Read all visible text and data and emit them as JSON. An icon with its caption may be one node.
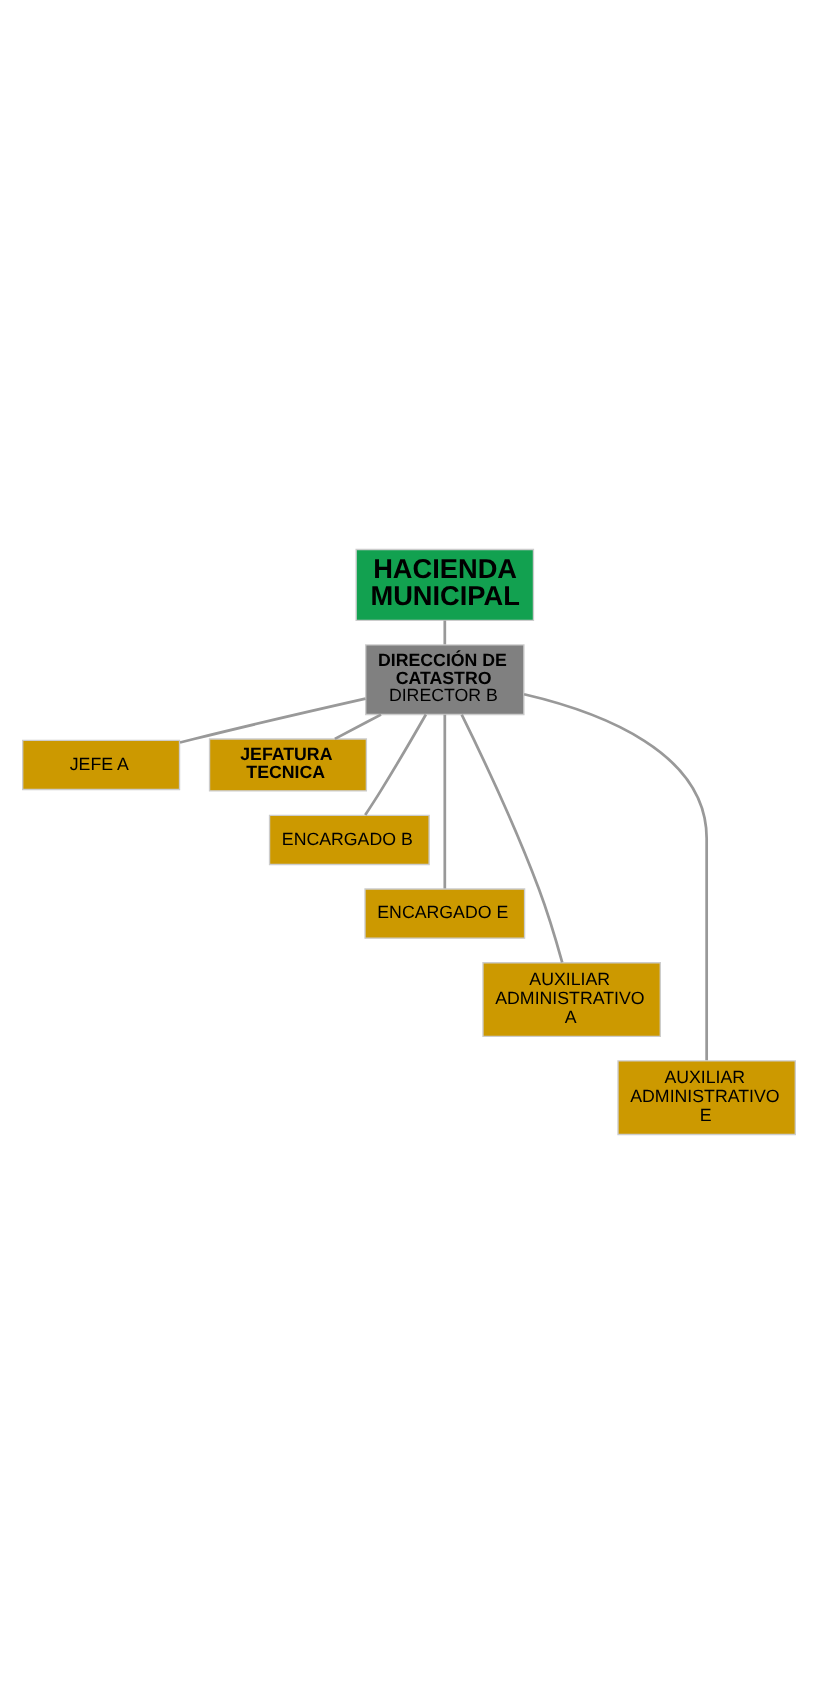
{
  "diagram": {
    "nodes": [
      {
        "text": [
          "HACIENDA MUNICIPAL"
        ]
      },
      {
        "text": [
          "DIRECCIÓN DE CATASTRO",
          "DIRECTOR B"
        ]
      },
      {
        "text": [
          "JEFE A"
        ]
      },
      {
        "text": [
          "JEFATURA TECNICA"
        ]
      },
      {
        "text": [
          "ENCARGADO B"
        ]
      },
      {
        "text": [
          "ENCARGADO E"
        ]
      },
      {
        "text": [
          "AUXILIAR ADMINISTRATIVO A"
        ]
      },
      {
        "text": [
          "AUXILIAR ADMINISTRATIVO E"
        ]
      }
    ],
    "edges": [
      {
        "from": 0,
        "to": 1,
        "arrow": "none"
      },
      {
        "from": 1,
        "to": 2,
        "arrow": "none"
      },
      {
        "from": 1,
        "to": 3,
        "arrow": "none"
      },
      {
        "from": 1,
        "to": 4,
        "arrow": "none"
      },
      {
        "from": 1,
        "to": 5,
        "arrow": "none"
      },
      {
        "from": 1,
        "to": 6,
        "arrow": "none"
      },
      {
        "from": 1,
        "to": 7,
        "arrow": "none"
      }
    ]
  }
}
